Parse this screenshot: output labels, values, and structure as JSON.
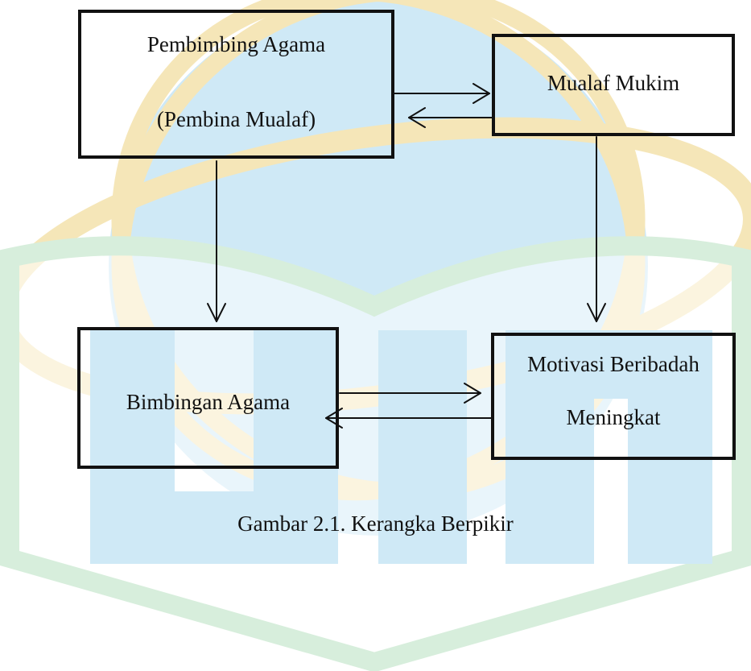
{
  "colors": {
    "box_border": "#111111",
    "text": "#111111",
    "watermark_blue": "#cfe9f6",
    "watermark_green": "#d7eedc",
    "watermark_gold": "#f5e6b8"
  },
  "watermark": {
    "description_icon": "uin-logo-icon"
  },
  "boxes": {
    "pembimbing": {
      "line1": "Pembimbing Agama",
      "line2": "(Pembina Mualaf)"
    },
    "mualaf": {
      "line1": "Mualaf Mukim"
    },
    "bimbingan": {
      "line1": "Bimbingan Agama"
    },
    "motivasi": {
      "line1": "Motivasi Beribadah",
      "line2": "Meningkat"
    }
  },
  "caption": "Gambar 2.1. Kerangka Berpikir"
}
